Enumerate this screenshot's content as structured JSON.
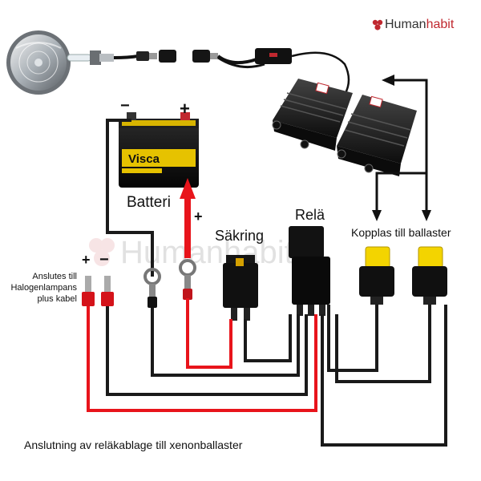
{
  "brand": {
    "name_a": "Human",
    "name_b": "habit"
  },
  "watermark": {
    "name_a": "Human",
    "name_b": "habit"
  },
  "labels": {
    "battery": "Batteri",
    "fuse": "Säkring",
    "relay": "Relä",
    "ballast_connect": "Kopplas till ballaster",
    "halogen_line1": "Anslutes till",
    "halogen_line2": "Halogenlampans",
    "halogen_line3": "plus kabel",
    "caption": "Anslutning av reläkablage till xenonballaster"
  },
  "polarity": {
    "minus": "−",
    "plus": "+"
  },
  "battery_brand": "Visca",
  "colors": {
    "red_wire": "#e8141b",
    "black_wire": "#1a1a1a",
    "brand": "#c0282f",
    "arrow": "#e8141b"
  }
}
